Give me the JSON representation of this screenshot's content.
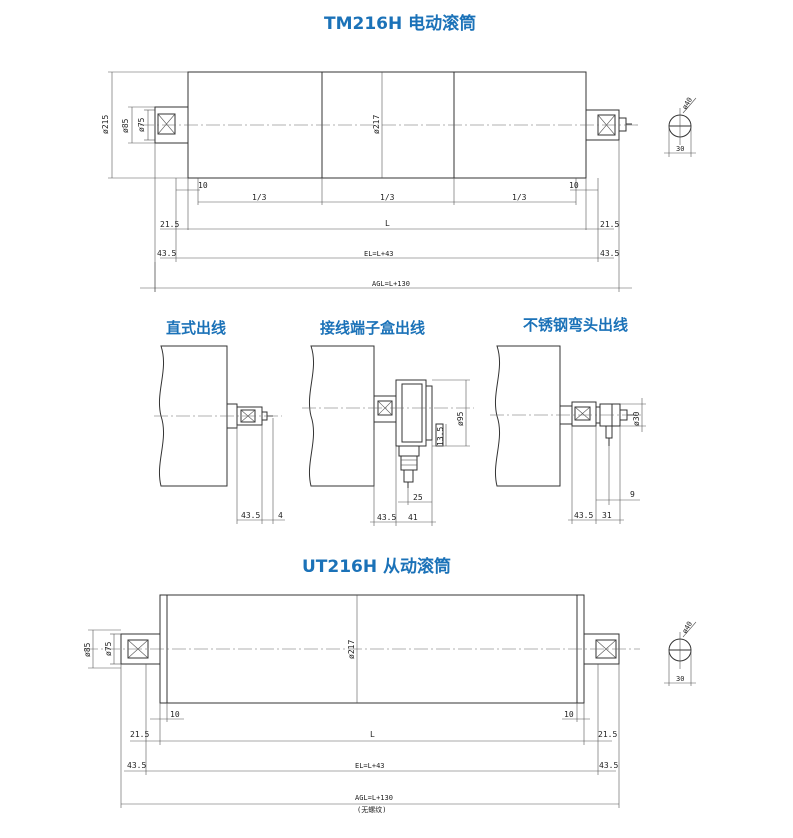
{
  "titles": {
    "tm": "TM216H 电动滚筒",
    "ut": "UT216H 从动滚筒"
  },
  "subtitles": {
    "straight": "直式出线",
    "junction": "接线端子盒出线",
    "steel": "不锈钢弯头出线"
  },
  "tm_drawing": {
    "d_outer": "ø215",
    "d_shaft": "ø85",
    "d_inner": "ø75",
    "d_shell": "ø217",
    "end_d": "ø40",
    "end_w": "30",
    "dim_10": "10",
    "dim_third": "1/3",
    "dim_215": "21.5",
    "dim_L": "L",
    "dim_435": "43.5",
    "dim_EL": "EL=L+43",
    "dim_AGL": "AGL=L+130"
  },
  "outlets": {
    "straight_435": "43.5",
    "straight_4": "4",
    "jb_d95": "ø95",
    "jb_135": "13.5",
    "jb_25": "25",
    "jb_435": "43.5",
    "jb_41": "41",
    "steel_d30": "ø30",
    "steel_9": "9",
    "steel_435": "43.5",
    "steel_31": "31"
  },
  "ut_drawing": {
    "d_shaft": "ø85",
    "d_inner": "ø75",
    "d_shell": "ø217",
    "end_d": "ø40",
    "end_w": "30",
    "dim_10": "10",
    "dim_215": "21.5",
    "dim_L": "L",
    "dim_435": "43.5",
    "dim_EL": "EL=L+43",
    "dim_AGL": "AGL=L+130",
    "dim_note": "(无螺纹)"
  }
}
